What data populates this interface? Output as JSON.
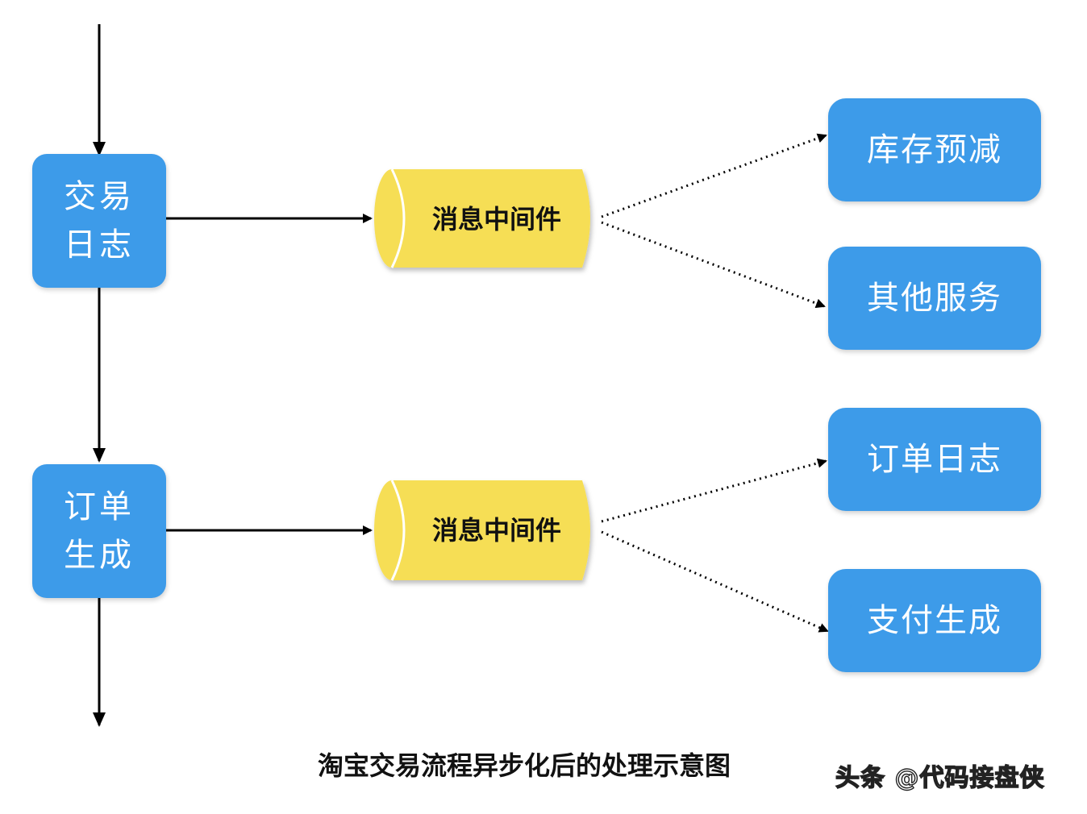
{
  "left_nodes": {
    "trade_log": "交易日志",
    "order_create": "订单生成"
  },
  "middleware": {
    "top": "消息中间件",
    "bottom": "消息中间件"
  },
  "right_nodes": {
    "stock_reduce": "库存预减",
    "other_services": "其他服务",
    "order_log": "订单日志",
    "payment_create": "支付生成"
  },
  "caption": "淘宝交易流程异步化后的处理示意图",
  "watermark": "头条 @代码接盘侠",
  "colors": {
    "box_blue": "#3d9be9",
    "cylinder_yellow": "#f6de55",
    "line": "#000000"
  }
}
